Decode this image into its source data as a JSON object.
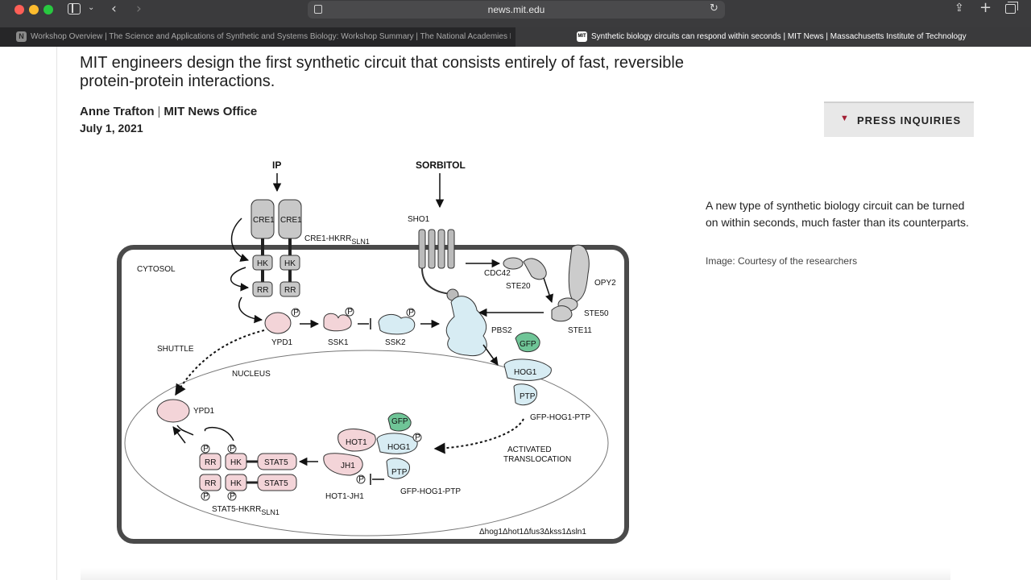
{
  "browser": {
    "address": "news.mit.edu",
    "tabs": [
      {
        "label": "Workshop Overview | The Science and Applications of Synthetic and Systems Biology: Workshop Summary | The National Academies Pr...",
        "favicon": "N"
      },
      {
        "label": "Synthetic biology circuits can respond within seconds | MIT News | Massachusetts Institute of Technology",
        "favicon": "MIT"
      }
    ]
  },
  "article": {
    "headline": "MIT engineers design the first synthetic circuit that consists entirely of fast, reversible protein-protein interactions.",
    "author": "Anne Trafton",
    "office": "MIT News Office",
    "date": "July 1, 2021",
    "press_inquiries": "PRESS INQUIRIES",
    "caption": "A new type of synthetic biology circuit can be turned on within seconds, much faster than its counterparts.",
    "credit": "Image: Courtesy of the researchers"
  },
  "figure": {
    "ip": "IP",
    "sorbitol": "SORBITOL",
    "cre1": "CRE1",
    "hk": "HK",
    "rr": "RR",
    "p": "P",
    "cre1_hkrr": "CRE1-HKRR",
    "sln1_sub": "SLN1",
    "sho1": "SHO1",
    "cytosol": "CYTOSOL",
    "cdc42": "CDC42",
    "ste20": "STE20",
    "opy2": "OPY2",
    "ste50": "STE50",
    "ste11": "STE11",
    "ypd1": "YPD1",
    "ssk1": "SSK1",
    "ssk2": "SSK2",
    "pbs2": "PBS2",
    "gfp": "GFP",
    "hog1": "HOG1",
    "ptp": "PTP",
    "gfp_hog1_ptp": "GFP-HOG1-PTP",
    "shuttle": "SHUTTLE",
    "nucleus": "NUCLEUS",
    "activated": "ACTIVATED",
    "translocation": "TRANSLOCATION",
    "hot1": "HOT1",
    "jh1": "JH1",
    "hot1_jh1": "HOT1-JH1",
    "stat5": "STAT5",
    "stat5_hkrr": "STAT5-HKRR",
    "genotype": "Δhog1Δhot1Δfus3Δkss1Δsln1"
  }
}
